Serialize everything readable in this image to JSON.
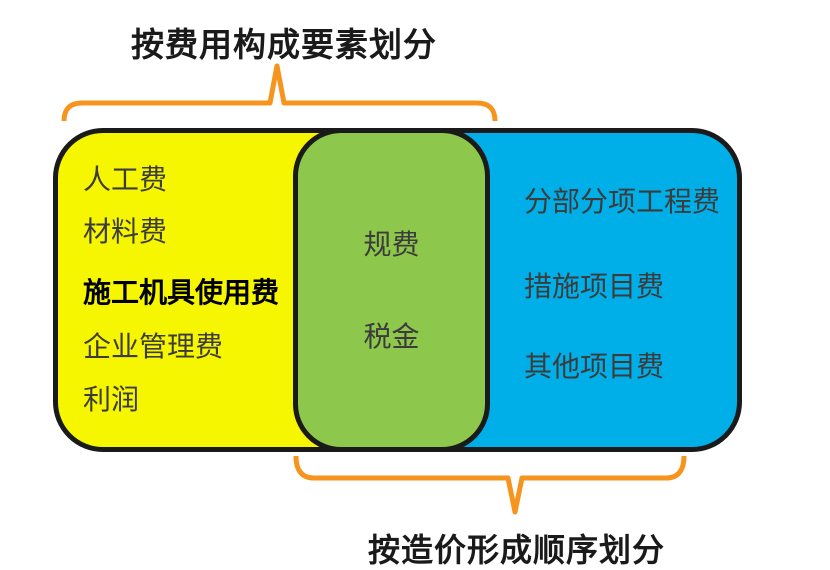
{
  "top_group": {
    "label": "按费用构成要素划分"
  },
  "bottom_group": {
    "label": "按造价形成顺序划分"
  },
  "element_costs": {
    "items": [
      "人工费",
      "材料费",
      "施工机具使用费",
      "企业管理费",
      "利润"
    ]
  },
  "overlap_costs": {
    "items": [
      "规费",
      "税金"
    ]
  },
  "formation_costs": {
    "items": [
      "分部分项工程费",
      "措施项目费",
      "其他项目费"
    ]
  },
  "colors": {
    "yellow_region": "#f6f600",
    "green_region": "#8dc74b",
    "blue_region": "#00aee8",
    "brace_orange": "#f7941e",
    "outline_black": "#1a1a1a",
    "item_text": "#3c3c3c",
    "emphasis_text": "#000000"
  }
}
